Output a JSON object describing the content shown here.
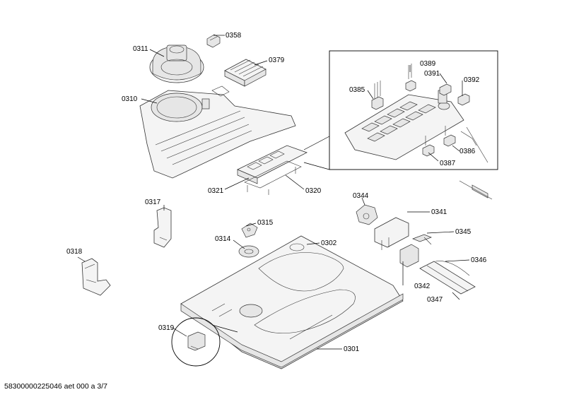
{
  "labels": {
    "p0311": "0311",
    "p0358": "0358",
    "p0379": "0379",
    "p0310": "0310",
    "p0321": "0321",
    "p0320": "0320",
    "p0389": "0389",
    "p0391": "0391",
    "p0392": "0392",
    "p0385": "0385",
    "p0386": "0386",
    "p0387": "0387",
    "p0317": "0317",
    "p0315": "0315",
    "p0314": "0314",
    "p0302": "0302",
    "p0344": "0344",
    "p0341": "0341",
    "p0345": "0345",
    "p0346": "0346",
    "p0342": "0342",
    "p0347": "0347",
    "p0318": "0318",
    "p0319": "0319",
    "p0301": "0301"
  },
  "footer": {
    "document_code": "58300000225046 aet 000 a 3/7"
  }
}
